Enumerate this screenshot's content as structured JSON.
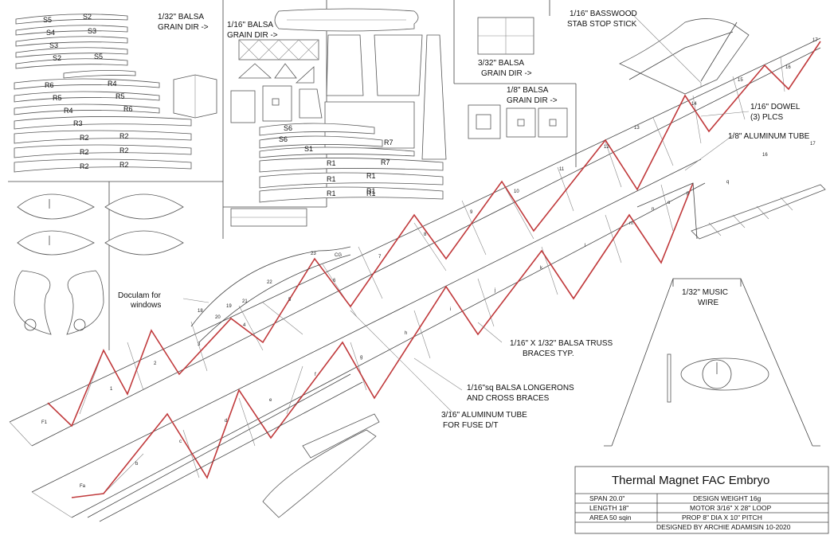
{
  "sheet_labels": {
    "balsa_1_32": "1/32\" BALSA",
    "grain_1_32": "GRAIN DIR ->",
    "balsa_1_16": "1/16\" BALSA",
    "grain_1_16": "GRAIN DIR ->",
    "balsa_3_32": "3/32\" BALSA",
    "grain_3_32": "GRAIN DIR ->",
    "balsa_1_8": "1/8\" BALSA",
    "grain_1_8": "GRAIN DIR ->",
    "basswood_1": "1/16\" BASSWOOD",
    "basswood_2": "STAB STOP STICK",
    "dowel_1": "1/16\" DOWEL",
    "dowel_2": "(3) PLCS",
    "alu_tube": "1/8\" ALUMINUM TUBE",
    "doculam_1": "Doculam for",
    "doculam_2": "windows",
    "music_wire_1": "1/32\" MUSIC",
    "music_wire_2": "WIRE",
    "truss_1": "1/16\" X 1/32\" BALSA TRUSS",
    "truss_2": "BRACES TYP.",
    "longerons_1": "1/16\"sq BALSA LONGERONS",
    "longerons_2": "AND CROSS BRACES",
    "dt_tube_1": "3/16\" ALUMINUM TUBE",
    "dt_tube_2": "FOR FUSE D/T",
    "cg": "CG"
  },
  "parts_labels": {
    "ribs_left": [
      "S5",
      "S2",
      "S4",
      "S3",
      "S3",
      "S2",
      "S5",
      "R6",
      "R4",
      "R5",
      "R5",
      "R4",
      "R6",
      "R3",
      "R2",
      "R2",
      "R2",
      "R2",
      "R2",
      "R2"
    ],
    "ribs_mid": [
      "S6",
      "S6",
      "S1",
      "R7",
      "R7",
      "R1",
      "R1",
      "R1",
      "R1",
      "R1",
      "R1"
    ]
  },
  "station_numbers": {
    "upper": [
      "1",
      "2",
      "3",
      "4",
      "5",
      "6",
      "7",
      "8",
      "9",
      "10",
      "11",
      "12",
      "13",
      "14",
      "15",
      "16",
      "17",
      "18",
      "19",
      "20",
      "21",
      "22",
      "23"
    ],
    "lower": [
      "a",
      "b",
      "c",
      "d",
      "e",
      "f",
      "g",
      "h",
      "i",
      "j",
      "k",
      "l",
      "m",
      "n",
      "o",
      "p",
      "q"
    ],
    "extra": [
      "16",
      "17",
      "F1",
      "Fa"
    ]
  },
  "title_block": {
    "title": "Thermal Magnet FAC Embryo",
    "span": "SPAN 20.0\"",
    "length": "LENGTH 18\"",
    "area": "AREA 50 sqin",
    "weight": "DESIGN WEIGHT 16g",
    "motor": "MOTOR 3/16\" X 28\" LOOP",
    "prop": "PROP 8\" DIA X 10\" PITCH",
    "designer": "DESIGNED BY ARCHIE ADAMISIN 10-2020"
  }
}
